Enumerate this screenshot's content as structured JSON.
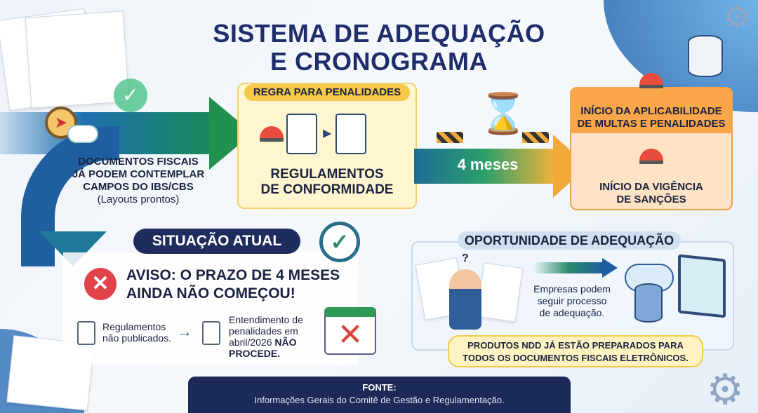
{
  "title": {
    "line1": "SISTEMA DE ADEQUAÇÃO",
    "line2": "E CRONOGRAMA"
  },
  "left": {
    "text_lines": [
      "DOCUMENTOS FISCAIS",
      "JÁ PODEM CONTEMPLAR",
      "CAMPOS DO IBS/CBS"
    ],
    "subtext": "(Layouts prontos)"
  },
  "rule": {
    "label": "REGRA PARA PENALIDADES",
    "title_lines": [
      "REGULAMENTOS",
      "DE CONFORMIDADE"
    ]
  },
  "timeline": {
    "duration": "4 meses"
  },
  "penalties": {
    "top_lines": [
      "INÍCIO DA APLICABILIDADE",
      "DE MULTAS E PENALIDADES"
    ],
    "bottom_lines": [
      "INÍCIO DA VIGÊNCIA",
      "DE SANÇÕES"
    ]
  },
  "current": {
    "label": "SITUAÇÃO ATUAL",
    "warning_lines": [
      "AVISO: O PRAZO DE 4 MESES",
      "AINDA NÃO COMEÇOU!"
    ],
    "step1": [
      "Regulamentos",
      "não publicados."
    ],
    "step2": [
      "Entendimento de",
      "penalidades em",
      "abril/2026 ",
      "NÃO",
      "PROCEDE."
    ]
  },
  "opportunity": {
    "label": "OPORTUNIDADE DE ADEQUAÇÃO",
    "text": [
      "Empresas podem",
      "seguir processo",
      "de adequação."
    ],
    "question": "?",
    "ndd_lines": [
      "PRODUTOS NDD JÁ ESTÃO PREPARADOS PARA",
      "TODOS OS DOCUMENTOS FISCAIS ELETRÔNICOS."
    ]
  },
  "footer": {
    "label": "FONTE:",
    "text": "Informações Gerais do Comitê de Gestão e Regulamentação."
  },
  "colors": {
    "navy": "#1f2d5e",
    "yellow": "#f7c948",
    "orange": "#f9a54a",
    "red": "#e0444a",
    "green": "#21924e"
  }
}
